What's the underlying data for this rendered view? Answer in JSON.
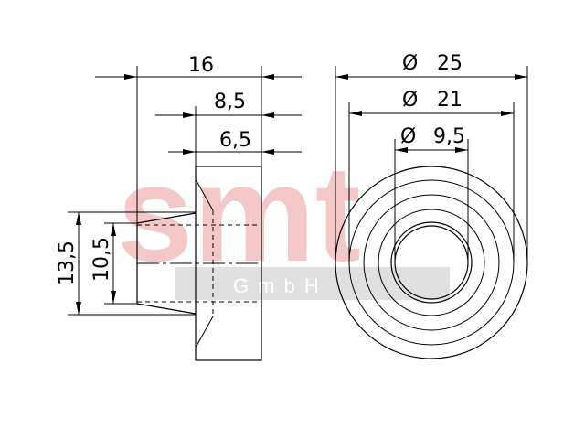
{
  "watermark": {
    "logo_text": "smt",
    "sub_text": "G m b H",
    "color": "#f4c8c8",
    "bar_color": "#e0e0e0"
  },
  "dimensions": {
    "side_view": {
      "overall_length": "16",
      "mid_length": "8,5",
      "short_length": "6,5",
      "outer_height": "13,5",
      "inner_height": "10,5"
    },
    "front_view": {
      "outer_diameter": "25",
      "mid_diameter": "21",
      "bore_diameter": "9,5",
      "diameter_symbol": "Ø"
    }
  }
}
